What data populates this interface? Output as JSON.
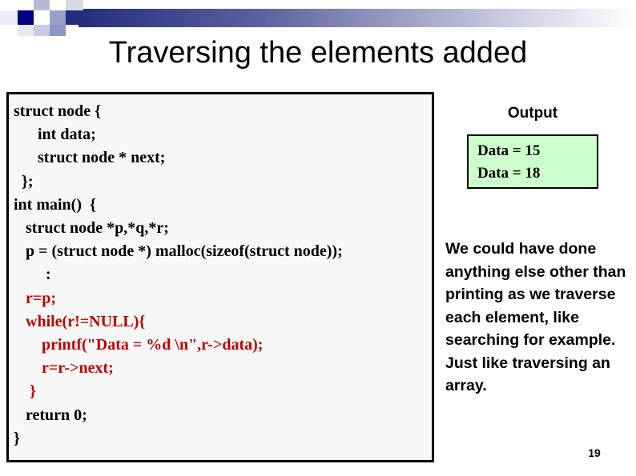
{
  "slide": {
    "title": "Traversing the elements added",
    "page_number": "19"
  },
  "decoration": {
    "accent_dark": "#000080",
    "accent_gradient_start": "#16217a",
    "accent_gradient_end": "#ffffff"
  },
  "code_panel": {
    "border_color": "#000000",
    "background": "#f7f7f7",
    "highlight_color": "#c00000",
    "lines": [
      {
        "text": "struct node {",
        "color": "black"
      },
      {
        "text": "      int data;",
        "color": "black"
      },
      {
        "text": "      struct node * next;",
        "color": "black"
      },
      {
        "text": "  };",
        "color": "black"
      },
      {
        "text": "int main()  {",
        "color": "black"
      },
      {
        "text": "   struct node *p,*q,*r;",
        "color": "black"
      },
      {
        "text": "   p = (struct node *) malloc(sizeof(struct node));",
        "color": "black"
      },
      {
        "text": "        :",
        "color": "black"
      },
      {
        "text": "   r=p;",
        "color": "red"
      },
      {
        "text": "   while(r!=NULL){",
        "color": "red"
      },
      {
        "text": "       printf(\"Data = %d \\n\",r->data);",
        "color": "red"
      },
      {
        "text": "       r=r->next;",
        "color": "red"
      },
      {
        "text": "    }",
        "color": "red"
      },
      {
        "text": "   return 0;",
        "color": "black"
      },
      {
        "text": "}",
        "color": "black"
      }
    ]
  },
  "output_panel": {
    "heading": "Output",
    "background": "#ccffcc",
    "border_color": "#000000",
    "lines": [
      "Data = 15",
      "Data = 18"
    ]
  },
  "note": {
    "text": "We could have done anything else other than printing as we traverse each element, like searching for example. Just like traversing an array."
  }
}
